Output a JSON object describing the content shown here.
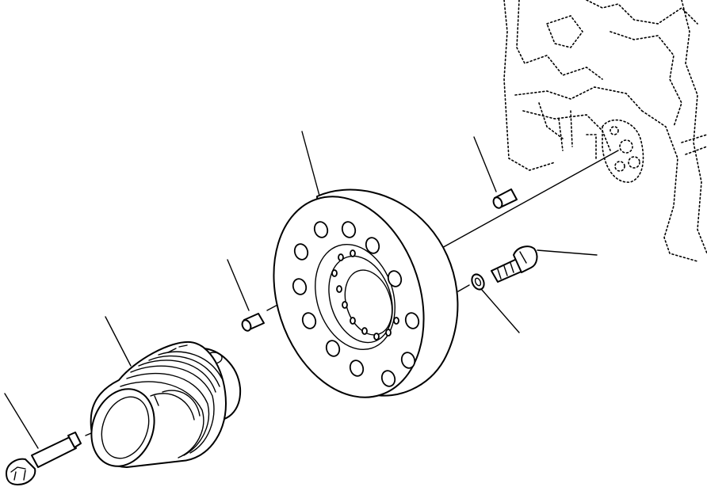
{
  "diagram": {
    "type": "exploded-parts-view",
    "parts": [
      {
        "id": "pulley-bolt",
        "icon": "bolt-icon"
      },
      {
        "id": "crank-pulley",
        "icon": "pulley-icon"
      },
      {
        "id": "dowel-pin-front",
        "icon": "pin-icon"
      },
      {
        "id": "vibration-damper",
        "icon": "damper-icon"
      },
      {
        "id": "washer",
        "icon": "washer-icon"
      },
      {
        "id": "damper-bolt",
        "icon": "bolt-icon"
      },
      {
        "id": "dowel-pin-rear",
        "icon": "pin-icon"
      },
      {
        "id": "engine-block",
        "icon": "engine-icon"
      }
    ],
    "damper_bolt_holes": 12,
    "colors": {
      "line": "#000000",
      "background": "#ffffff"
    }
  }
}
